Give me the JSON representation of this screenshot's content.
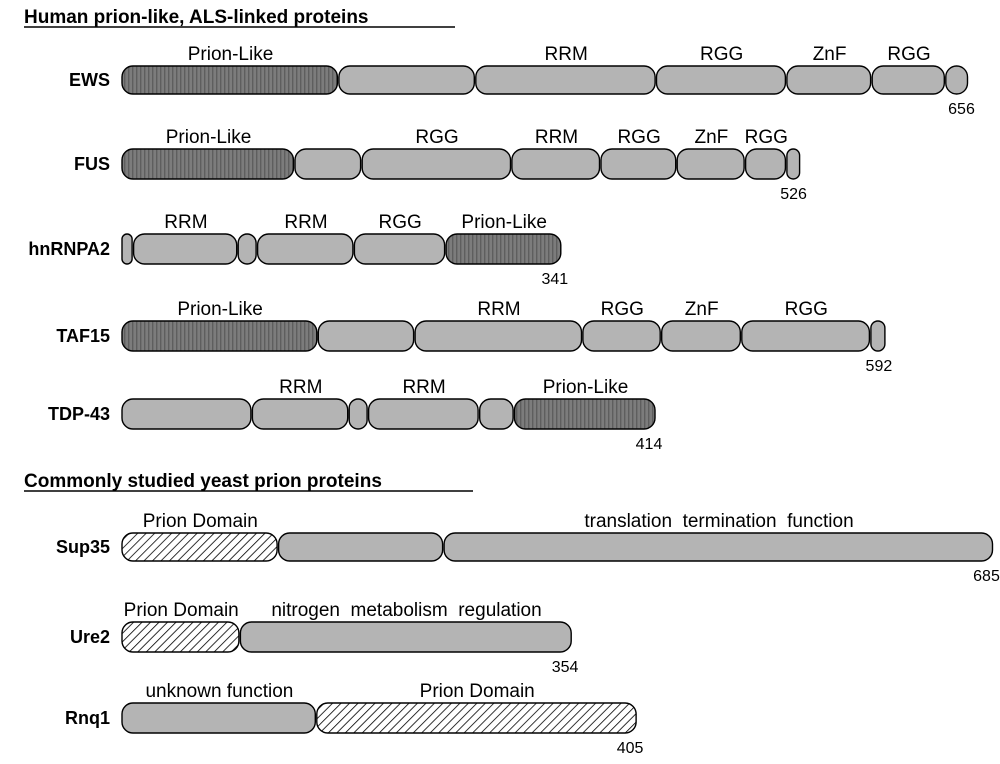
{
  "colors": {
    "domain_fill": "#b4b4b4",
    "prion_like_fill": "#7c7c7c",
    "prion_like_stripe": "#5e5e5e",
    "prion_domain_hatch": "#000000",
    "outline": "#000000"
  },
  "sections": [
    {
      "title": "Human prion-like, ALS-linked proteins",
      "proteins": [
        {
          "name": "EWS",
          "length": "656",
          "segments": [
            {
              "start": 0,
              "end": 168,
              "type": "prion-like",
              "label": "Prion-Like"
            },
            {
              "start": 168,
              "end": 274,
              "type": "plain",
              "label": ""
            },
            {
              "start": 274,
              "end": 414,
              "type": "plain",
              "label": "RRM"
            },
            {
              "start": 414,
              "end": 515,
              "type": "plain",
              "label": "RGG"
            },
            {
              "start": 515,
              "end": 581,
              "type": "plain",
              "label": "ZnF"
            },
            {
              "start": 581,
              "end": 638,
              "type": "plain",
              "label": "RGG"
            },
            {
              "start": 638,
              "end": 656,
              "type": "plain",
              "label": ""
            }
          ]
        },
        {
          "name": "FUS",
          "length": "526",
          "segments": [
            {
              "start": 0,
              "end": 134,
              "type": "prion-like",
              "label": "Prion-Like"
            },
            {
              "start": 134,
              "end": 186,
              "type": "plain",
              "label": ""
            },
            {
              "start": 186,
              "end": 302,
              "type": "plain",
              "label": "RGG"
            },
            {
              "start": 302,
              "end": 371,
              "type": "plain",
              "label": "RRM"
            },
            {
              "start": 371,
              "end": 430,
              "type": "plain",
              "label": "RGG"
            },
            {
              "start": 430,
              "end": 483,
              "type": "plain",
              "label": "ZnF"
            },
            {
              "start": 483,
              "end": 515,
              "type": "plain",
              "label": "RGG"
            },
            {
              "start": 515,
              "end": 526,
              "type": "plain",
              "label": ""
            }
          ]
        },
        {
          "name": "hnRNPA2",
          "length": "341",
          "segments": [
            {
              "start": 0,
              "end": 9,
              "type": "plain",
              "label": ""
            },
            {
              "start": 9,
              "end": 90,
              "type": "plain",
              "label": "RRM"
            },
            {
              "start": 90,
              "end": 105,
              "type": "plain",
              "label": ""
            },
            {
              "start": 105,
              "end": 180,
              "type": "plain",
              "label": "RRM"
            },
            {
              "start": 180,
              "end": 251,
              "type": "plain",
              "label": "RGG"
            },
            {
              "start": 251,
              "end": 341,
              "type": "prion-like",
              "label": "Prion-Like"
            }
          ]
        },
        {
          "name": "TAF15",
          "length": "592",
          "segments": [
            {
              "start": 0,
              "end": 152,
              "type": "prion-like",
              "label": "Prion-Like"
            },
            {
              "start": 152,
              "end": 227,
              "type": "plain",
              "label": ""
            },
            {
              "start": 227,
              "end": 357,
              "type": "plain",
              "label": "RRM"
            },
            {
              "start": 357,
              "end": 418,
              "type": "plain",
              "label": "RGG"
            },
            {
              "start": 418,
              "end": 480,
              "type": "plain",
              "label": "ZnF"
            },
            {
              "start": 480,
              "end": 580,
              "type": "plain",
              "label": "RGG"
            },
            {
              "start": 580,
              "end": 592,
              "type": "plain",
              "label": ""
            }
          ]
        },
        {
          "name": "TDP-43",
          "length": "414",
          "segments": [
            {
              "start": 0,
              "end": 101,
              "type": "plain",
              "label": ""
            },
            {
              "start": 101,
              "end": 176,
              "type": "plain",
              "label": "RRM"
            },
            {
              "start": 176,
              "end": 191,
              "type": "plain",
              "label": ""
            },
            {
              "start": 191,
              "end": 277,
              "type": "plain",
              "label": "RRM"
            },
            {
              "start": 277,
              "end": 304,
              "type": "plain",
              "label": ""
            },
            {
              "start": 304,
              "end": 414,
              "type": "prion-like",
              "label": "Prion-Like"
            }
          ]
        }
      ]
    },
    {
      "title": "Commonly studied yeast prion proteins",
      "proteins": [
        {
          "name": "Sup35",
          "length": "685",
          "segments": [
            {
              "start": 0,
              "end": 123,
              "type": "prion-domain",
              "label": "Prion Domain"
            },
            {
              "start": 123,
              "end": 253,
              "type": "plain",
              "label": ""
            },
            {
              "start": 253,
              "end": 685,
              "type": "plain",
              "label": "translation  termination  function"
            }
          ]
        },
        {
          "name": "Ure2",
          "length": "354",
          "segments": [
            {
              "start": 0,
              "end": 93,
              "type": "prion-domain",
              "label": "Prion Domain"
            },
            {
              "start": 93,
              "end": 354,
              "type": "plain",
              "label": "nitrogen  metabolism  regulation"
            }
          ]
        },
        {
          "name": "Rnq1",
          "length": "405",
          "segments": [
            {
              "start": 0,
              "end": 153,
              "type": "plain",
              "label": "unknown function"
            },
            {
              "start": 153,
              "end": 405,
              "type": "prion-domain",
              "label": "Prion Domain"
            }
          ]
        }
      ]
    }
  ]
}
